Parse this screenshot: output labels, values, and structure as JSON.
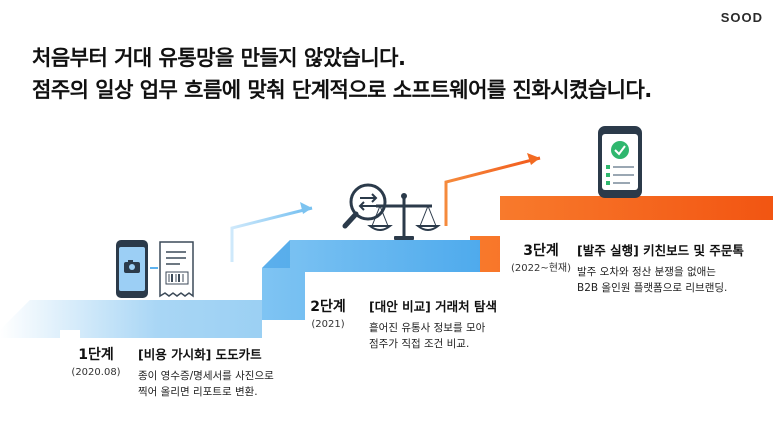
{
  "brand": "SOOD",
  "headline": {
    "line1": "처음부터 거대 유통망을 만들지 않았습니다.",
    "line2": "점주의 일상 업무 흐름에 맞춰 단계적으로 소프트웨어를 진화시켰습니다."
  },
  "steps": [
    {
      "label": "1단계",
      "date": "(2020.08)",
      "title": "[비용 가시화] 도도카트",
      "body_line1": "종이 영수증/명세서를 사진으로",
      "body_line2": "찍어 올리면 리포트로 변환."
    },
    {
      "label": "2단계",
      "date": "(2021)",
      "title": "[대안 비교] 거래처 탐색",
      "body_line1": "흩어진 유통사 정보를 모아",
      "body_line2": "점주가 직접 조건 비교."
    },
    {
      "label": "3단계",
      "date": "(2022~현재)",
      "title": "[발주 실행] 키친보드 및 주문톡",
      "body_line1": "발주 오차와 정산 분쟁을 없애는",
      "body_line2": "B2B 올인원 플랫폼으로 리브랜딩."
    }
  ],
  "colors": {
    "step1": "#a9d6f5",
    "step2": "#5db2ef",
    "step3": "#f45a10",
    "arrow_blue": "#7cc3f0",
    "arrow_orange": "#f26a21"
  }
}
